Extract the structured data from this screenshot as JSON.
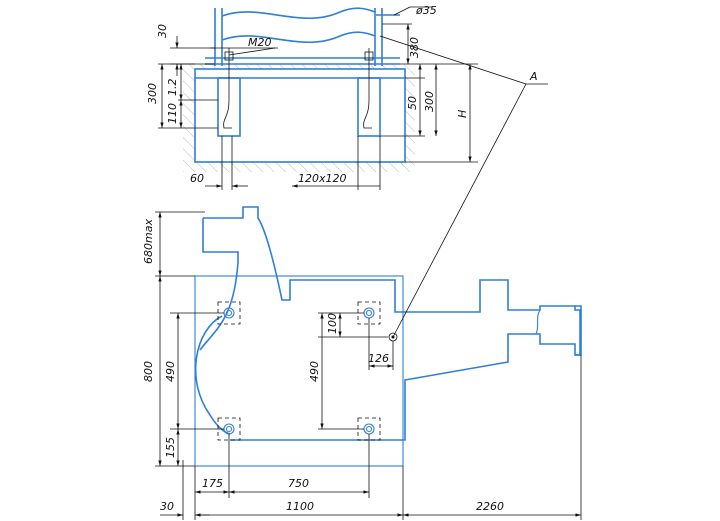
{
  "section_view": {
    "labels": {
      "d35": "ø35",
      "d30": "30",
      "m20": "M20",
      "d380": "380",
      "d300_left": "300",
      "d1_2": "1.2",
      "d110": "110",
      "d50": "50",
      "d300_right": "300",
      "H": "H",
      "A": "A",
      "d60": "60",
      "d120x120": "120x120"
    }
  },
  "plan_view": {
    "labels": {
      "d680max": "680max",
      "d800": "800",
      "d490_left": "490",
      "d155": "155",
      "d100": "100",
      "d490_mid": "490",
      "d126": "126",
      "d175": "175",
      "d750": "750",
      "d30_bottom": "30",
      "d1100": "1100",
      "d2260": "2260"
    }
  },
  "colors": {
    "outline": "#2f7fd8",
    "dimension": "#111111",
    "hatch": "#555555"
  }
}
